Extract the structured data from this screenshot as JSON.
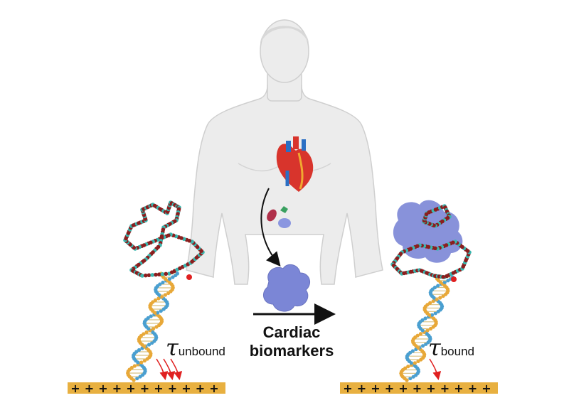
{
  "labels": {
    "tau_symbol": "τ",
    "unbound_subscript": "unbound",
    "bound_subscript": "bound",
    "caption_line1": "Cardiac",
    "caption_line2": "biomarkers"
  },
  "electrode": {
    "charge_symbol": "+",
    "left_charge_count": 11,
    "right_charge_count": 11
  },
  "colors": {
    "body": "#ececec",
    "body_outline": "#c9c9c9",
    "electrode": "#e8b040",
    "backbone_blue": "#4a9fd0",
    "backbone_orange": "#e8a838",
    "aptamer_red": "#8a1e1e",
    "aptamer_teal": "#3ab8b0",
    "protein": "#7b86d6",
    "arrow_red": "#e02020",
    "heart_red": "#d8342c",
    "heart_blue": "#2b6fc4"
  }
}
